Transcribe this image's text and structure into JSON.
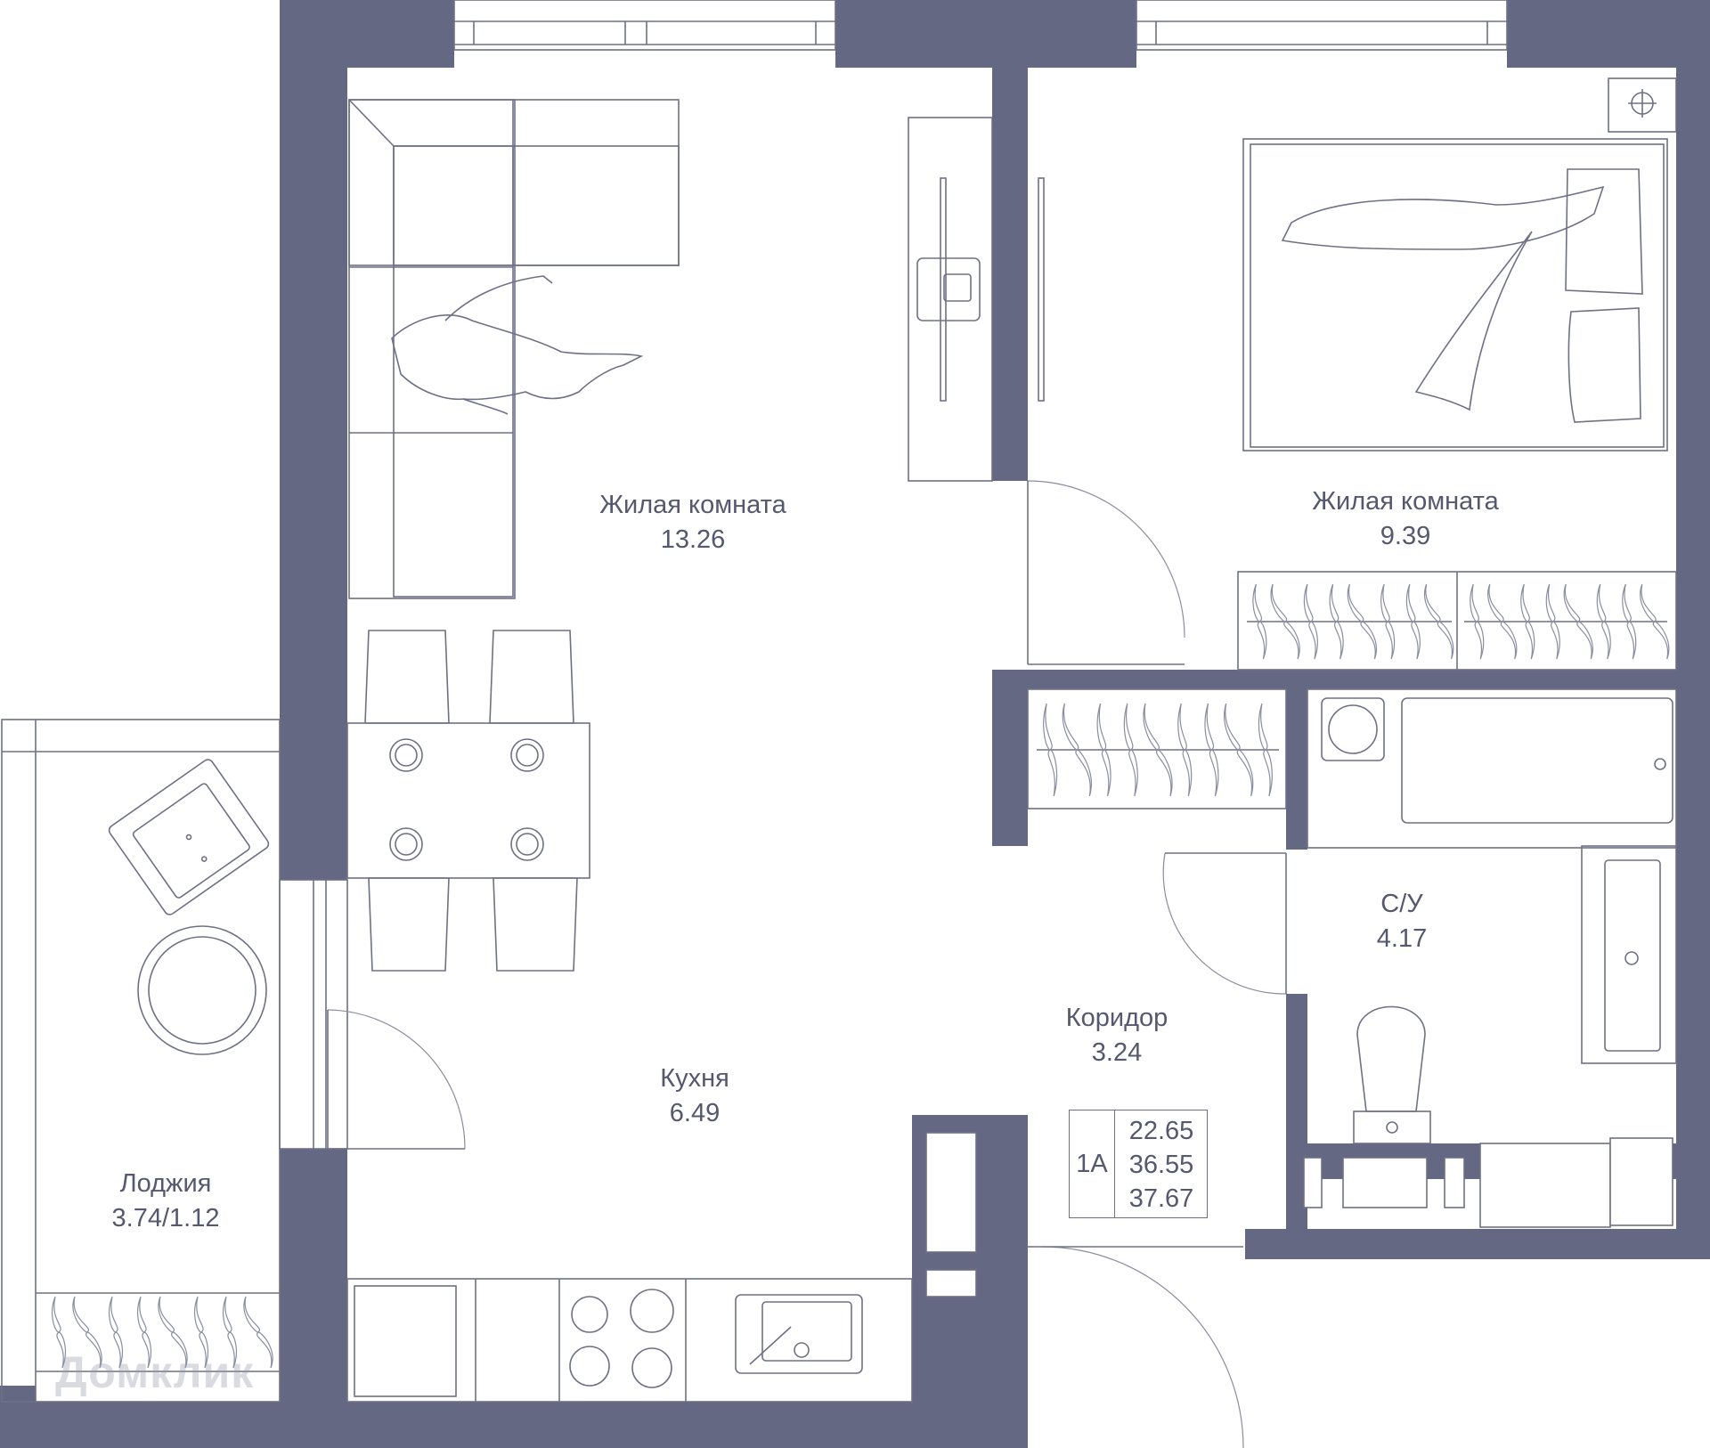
{
  "rooms": {
    "living_large": {
      "name": "Жилая комната",
      "area": "13.26"
    },
    "living_small": {
      "name": "Жилая комната",
      "area": "9.39"
    },
    "bathroom": {
      "name": "С/У",
      "area": "4.17"
    },
    "corridor": {
      "name": "Коридор",
      "area": "3.24"
    },
    "kitchen": {
      "name": "Кухня",
      "area": "6.49"
    },
    "loggia": {
      "name": "Лоджия",
      "area": "3.74/1.12"
    }
  },
  "summary": {
    "type": "1А",
    "areas": [
      "22.65",
      "36.55",
      "37.67"
    ]
  },
  "watermark": "Домклик",
  "colors": {
    "wall": "#646882",
    "line": "#6e7186",
    "text": "#55586e"
  }
}
